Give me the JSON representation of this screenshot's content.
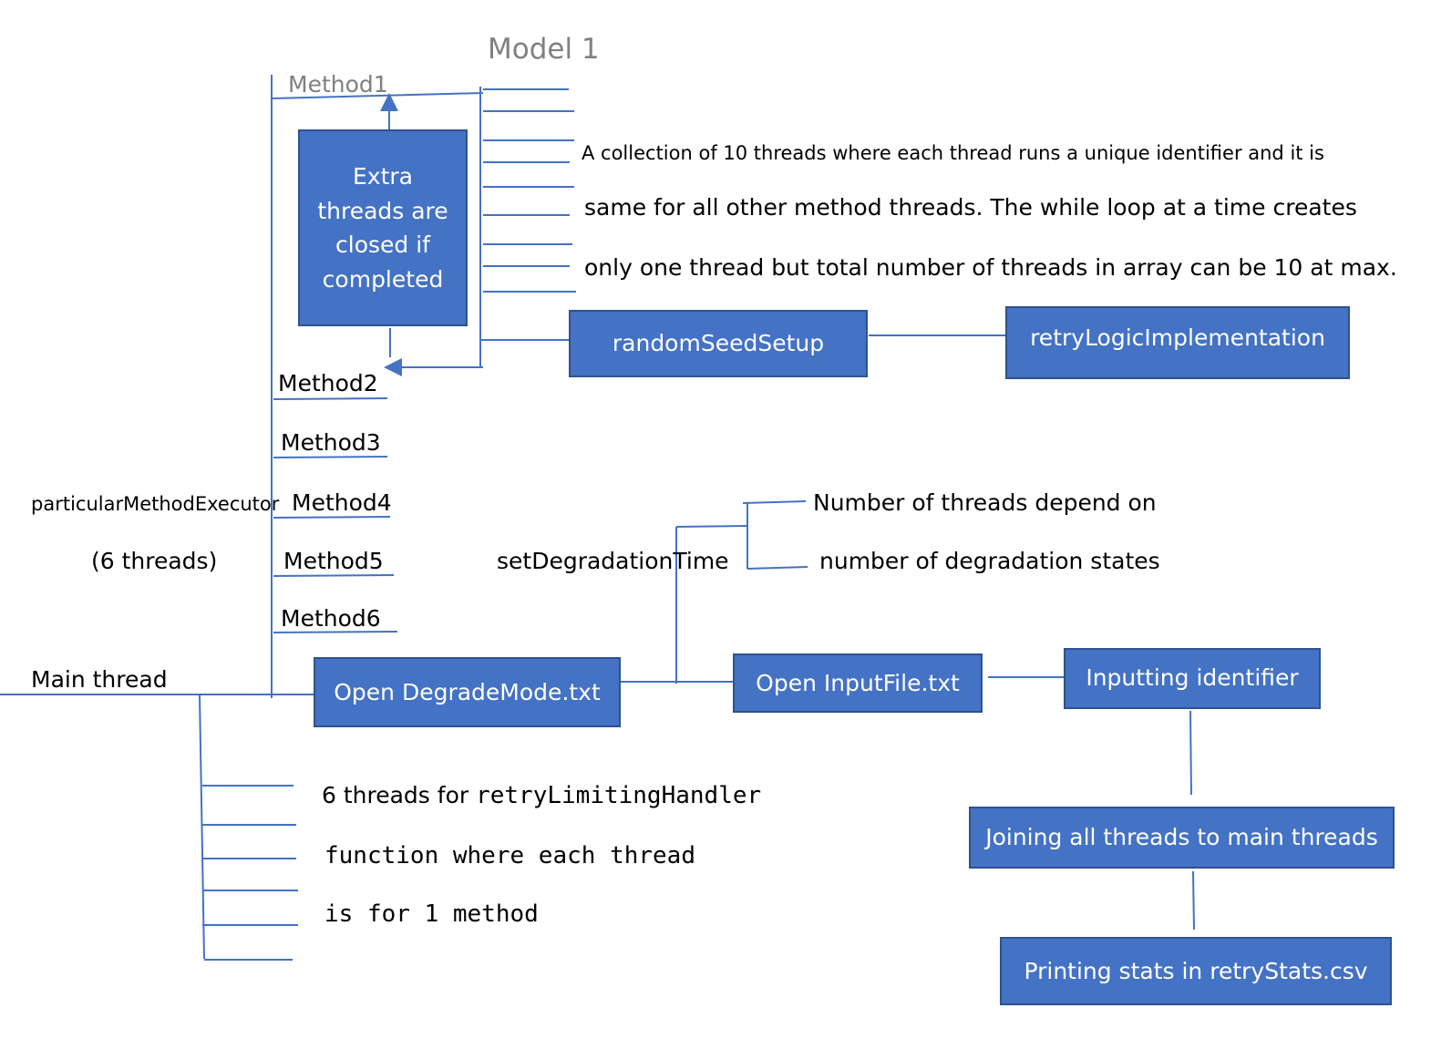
{
  "title": "Model 1",
  "main_thread_label": "Main thread",
  "executor": {
    "name": "particularMethodExecutor",
    "count": "(6 threads)"
  },
  "methods": [
    "Method1",
    "Method2",
    "Method3",
    "Method4",
    "Method5",
    "Method6"
  ],
  "extra_box": "Extra threads are closed if completed",
  "collection_note": [
    "A collection of 10 threads where each thread runs a unique identifier and it is",
    "same for all other method threads. The while loop at a time creates",
    "only one thread but total number of threads in array can be 10 at max."
  ],
  "boxes": {
    "random_seed": "randomSeedSetup",
    "retry_logic": "retryLogicImplementation",
    "open_degrade": "Open DegradeMode.txt",
    "open_input": "Open InputFile.txt",
    "inputting_identifier": "Inputting identifier",
    "joining": "Joining all threads to main threads",
    "printing": "Printing stats in retryStats.csv"
  },
  "degradation": {
    "label": "setDegradationTime",
    "note": [
      "Number of threads depend on",
      "number of degradation states"
    ]
  },
  "retry_note": {
    "prefix": "6 threads for ",
    "code": "retryLimitingHandler",
    "line2": "function where each thread",
    "line3": "is for 1 method"
  },
  "colors": {
    "box_fill": "#4472c4",
    "box_border": "#2f528f",
    "line": "#4472c4",
    "title": "#808080"
  }
}
